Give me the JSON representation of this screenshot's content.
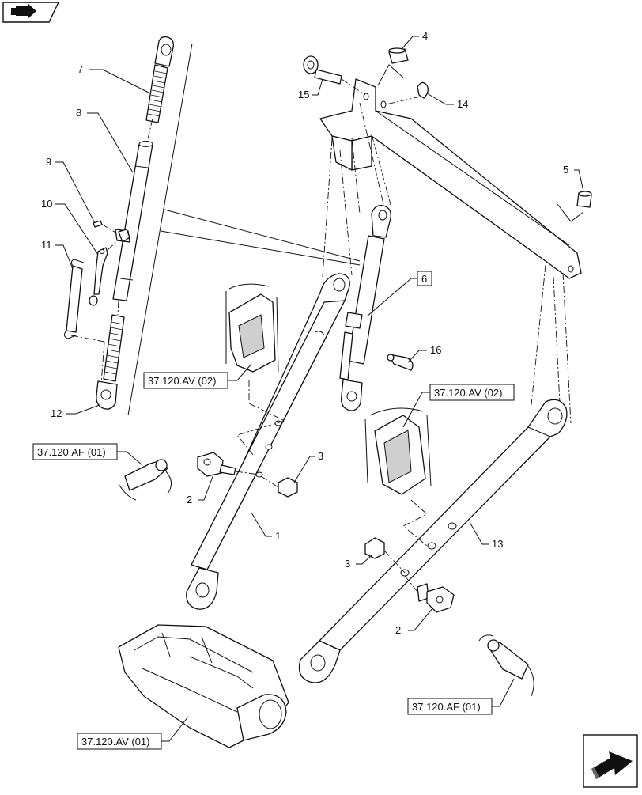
{
  "part_labels": {
    "p1": "1",
    "p2a": "2",
    "p2b": "2",
    "p3a": "3",
    "p3b": "3",
    "p4": "4",
    "p5": "5",
    "p6": "6",
    "p7": "7",
    "p8": "8",
    "p9": "9",
    "p10": "10",
    "p11": "11",
    "p12": "12",
    "p13": "13",
    "p14": "14",
    "p15": "15",
    "p16": "16"
  },
  "references": {
    "ref_av02_left": "37.120.AV (02)",
    "ref_av02_right": "37.120.AV (02)",
    "ref_af01_left": "37.120.AF (01)",
    "ref_af01_right": "37.120.AF (01)",
    "ref_av01": "37.120.AV (01)"
  },
  "icons": {
    "top_left": "book-arrow-icon",
    "bottom_right": "next-page-arrow-icon"
  }
}
